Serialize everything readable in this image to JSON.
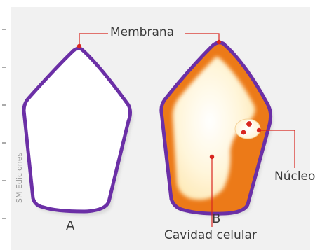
{
  "labels": {
    "membrane": "Membrana",
    "nucleus": "Núcleo",
    "cell_cavity": "Cavidad celular",
    "cell_a": "A",
    "cell_b": "B",
    "credit": "SM Ediciones"
  },
  "colors": {
    "background_panel": "#f1f1f1",
    "membrane_outline": "#6b2fa6",
    "cytoplasm_orange": "#ec7a18",
    "cavity_cream": "#fff6dc",
    "leader_line": "#d8261f",
    "text": "#3a3a3a"
  }
}
